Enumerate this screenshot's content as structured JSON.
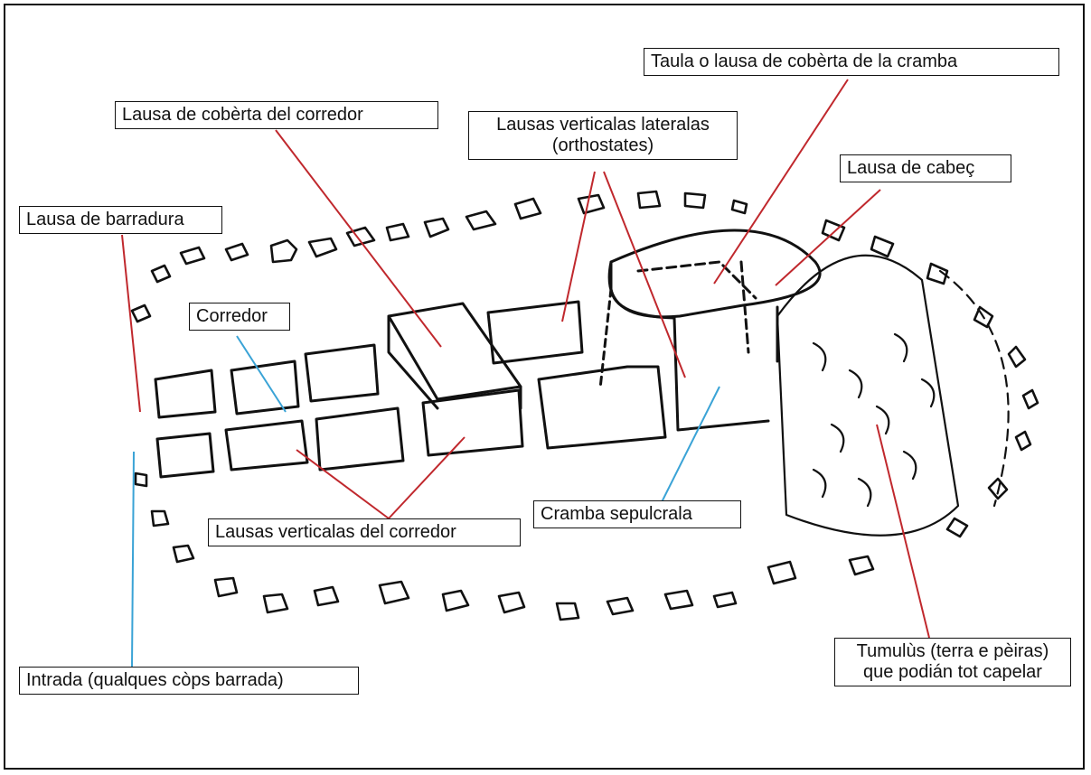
{
  "labels": {
    "taula": "Taula o lausa de cobèrta de la cramba",
    "cobertaCorredor": "Lausa  de cobèrta del corredor",
    "verticalasLateralas1": "Lausas verticalas lateralas",
    "verticalasLateralas2": "(orthostates)",
    "cabec": "Lausa de cabeç",
    "barradura": "Lausa de barradura",
    "corredor": "Corredor",
    "verticalasCorredor": "Lausas verticalas del corredor",
    "cramba": "Cramba sepulcrala",
    "intrada": "Intrada (qualques còps barrada)",
    "tumulus1": "Tumulùs (terra e pèiras)",
    "tumulus2": "que podián tot capelar"
  },
  "colors": {
    "pointer_red": "#c0282d",
    "pointer_blue": "#3aa3d6",
    "ink": "#111111"
  }
}
